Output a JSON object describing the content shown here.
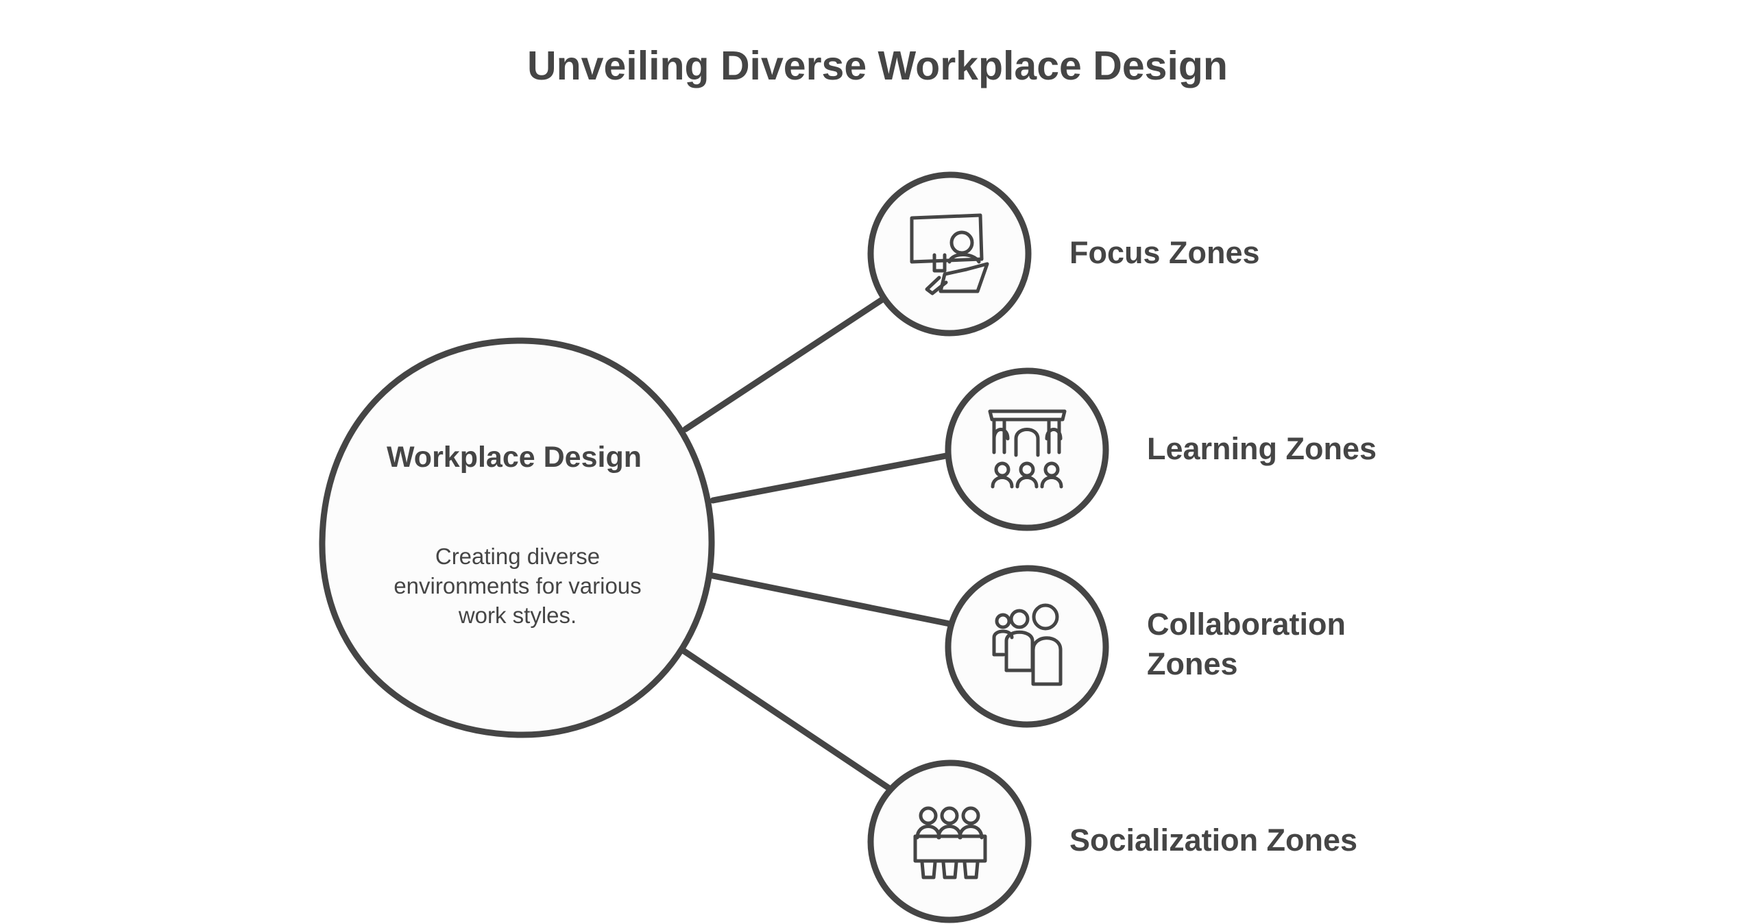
{
  "title": "Unveiling Diverse Workplace Design",
  "center": {
    "title": "Workplace Design",
    "description": "Creating diverse environments for various work styles."
  },
  "branches": [
    {
      "label": "Focus Zones",
      "icon": "focus-desk-icon"
    },
    {
      "label": "Learning Zones",
      "icon": "learning-classroom-icon"
    },
    {
      "label": "Collaboration Zones",
      "icon": "collaboration-group-icon"
    },
    {
      "label": "Socialization Zones",
      "icon": "socialization-table-icon"
    }
  ],
  "colors": {
    "stroke": "#454545",
    "text": "#454545",
    "fill": "#fcfcfc",
    "background": "#ffffff"
  }
}
